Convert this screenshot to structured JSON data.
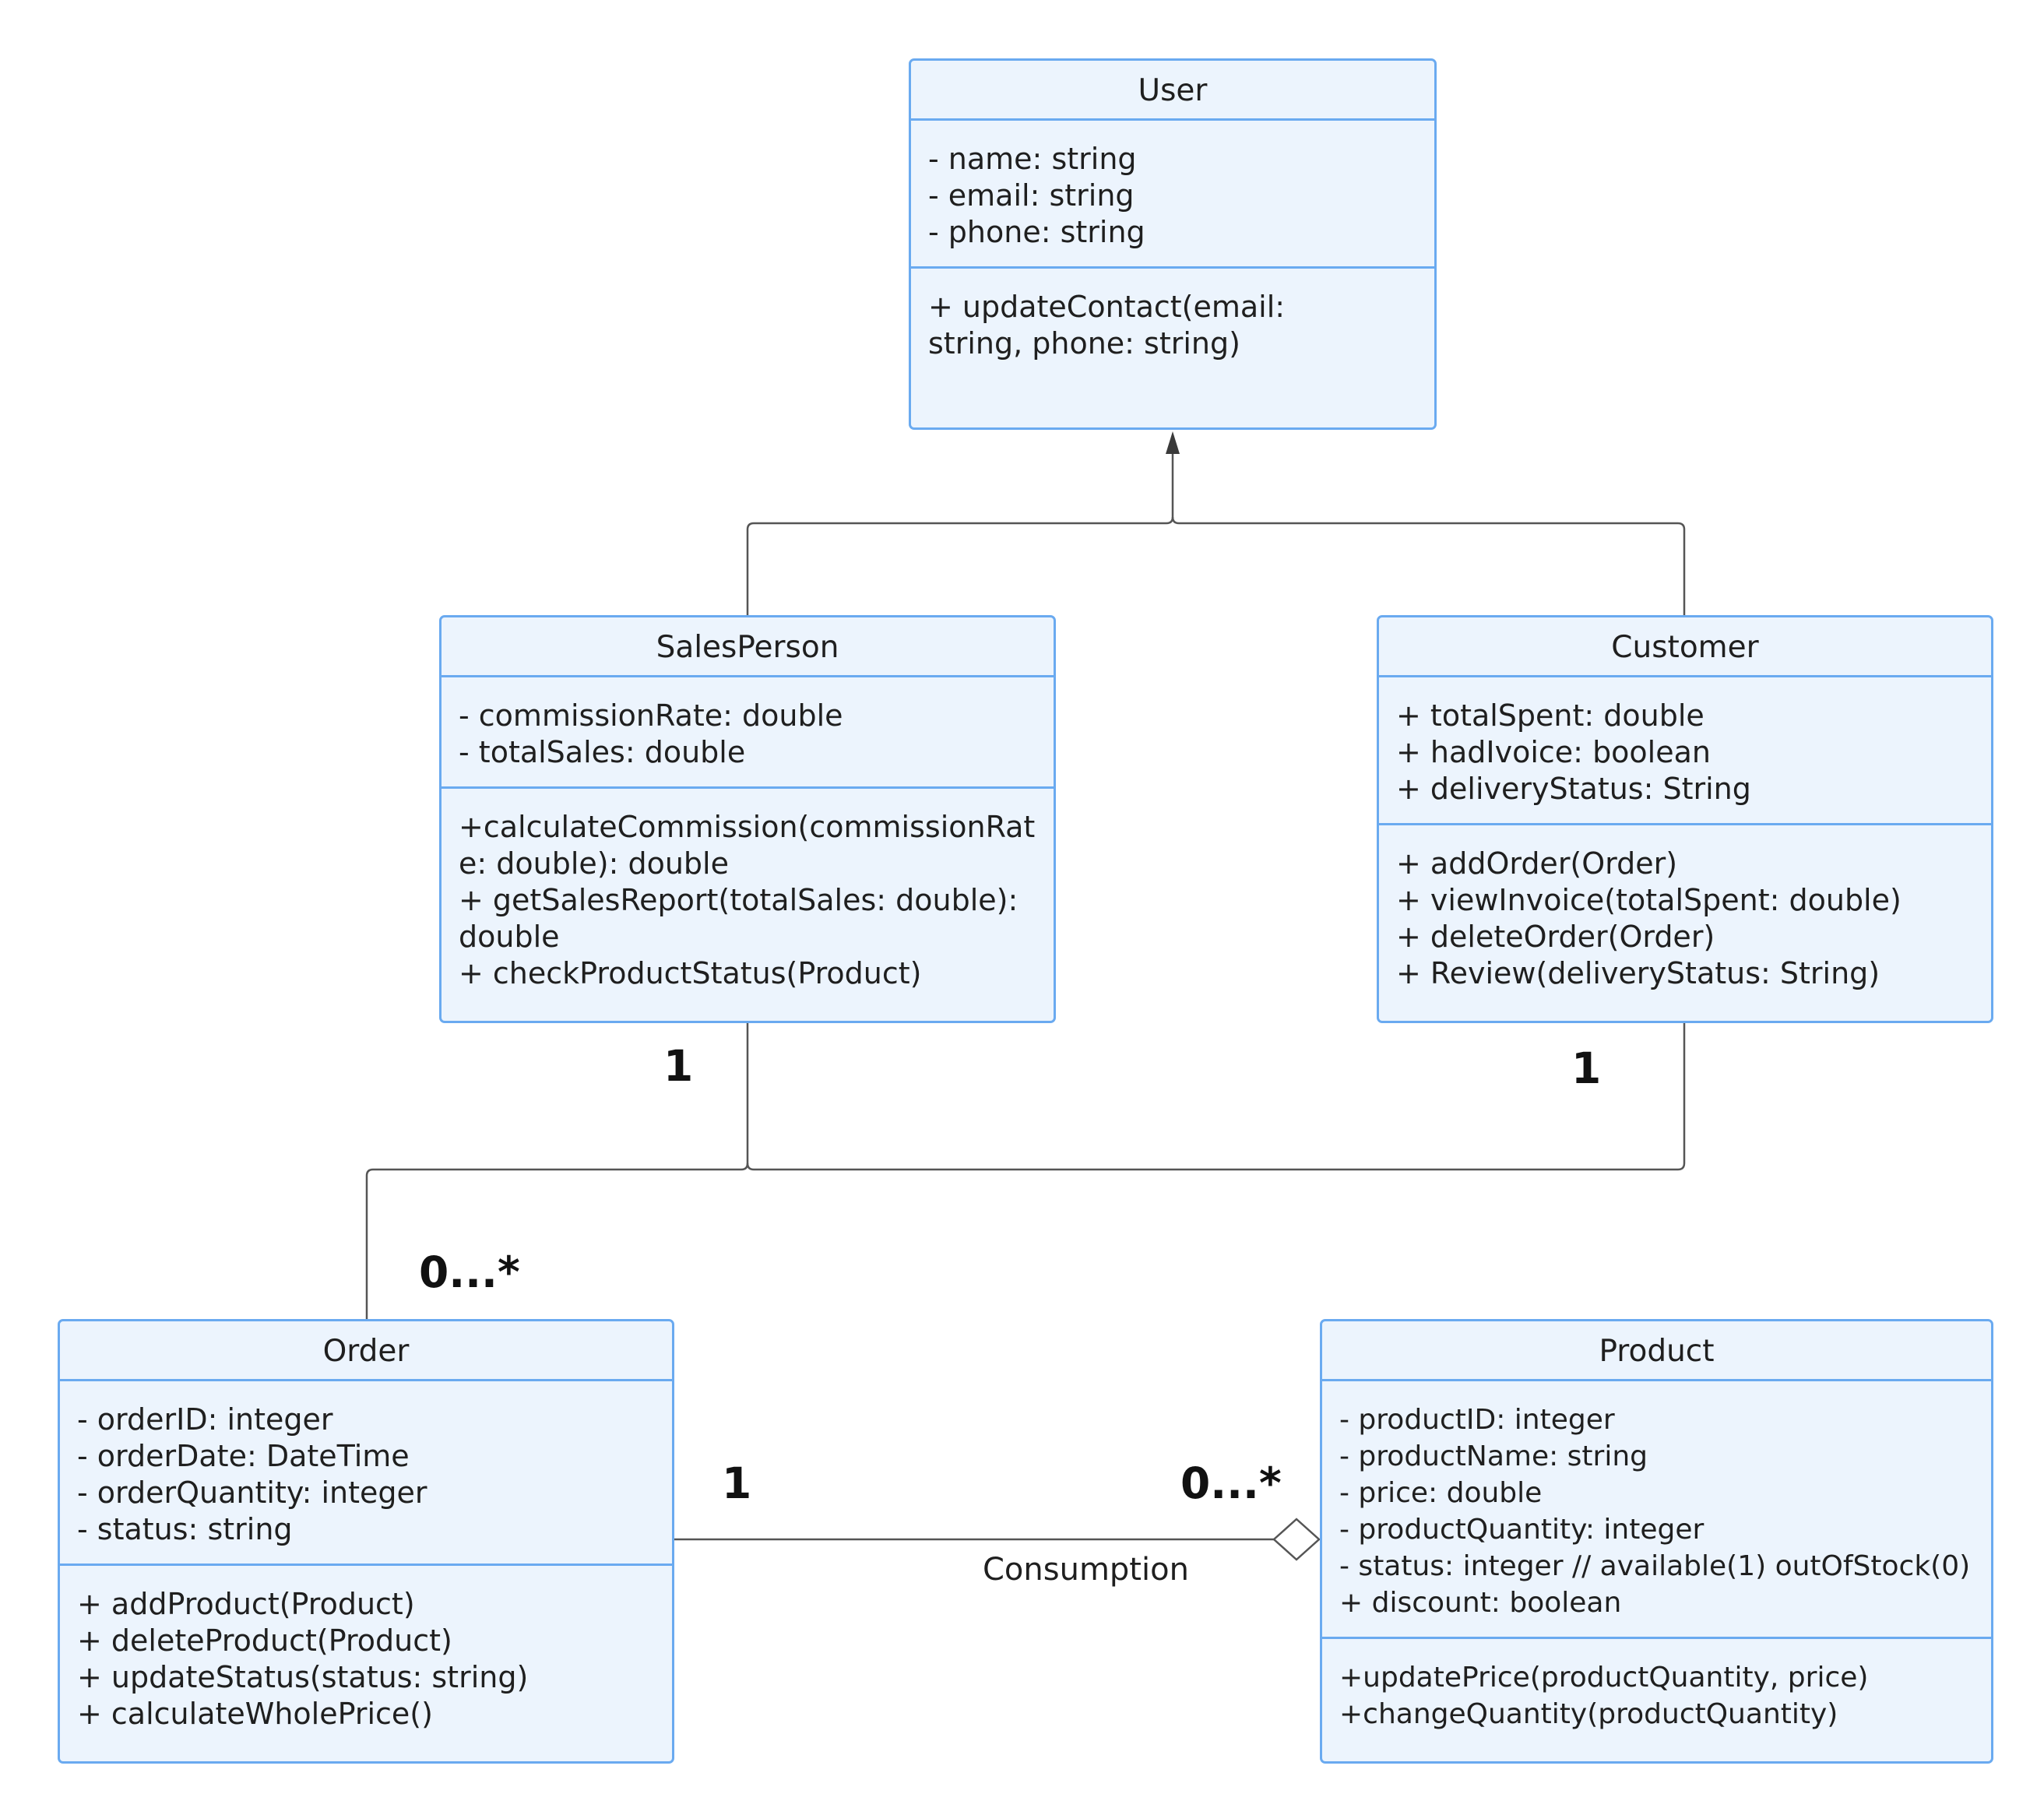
{
  "classes": {
    "user": {
      "name": "User",
      "attributes": [
        "- name: string",
        "- email: string",
        "- phone: string"
      ],
      "methods": [
        "+ updateContact(email: string, phone: string)"
      ]
    },
    "salesperson": {
      "name": "SalesPerson",
      "attributes": [
        "- commissionRate: double",
        "- totalSales: double"
      ],
      "methods": [
        "+calculateCommission(commissionRate: double): double",
        "+ getSalesReport(totalSales: double): double",
        "+ checkProductStatus(Product)"
      ]
    },
    "customer": {
      "name": "Customer",
      "attributes": [
        "+ totalSpent: double",
        "+ hadIvoice: boolean",
        "+ deliveryStatus: String"
      ],
      "methods": [
        "+ addOrder(Order)",
        "+ viewInvoice(totalSpent: double)",
        "+ deleteOrder(Order)",
        "+ Review(deliveryStatus: String)"
      ]
    },
    "order": {
      "name": "Order",
      "attributes": [
        "- orderID: integer",
        "- orderDate: DateTime",
        "- orderQuantity: integer",
        "- status: string"
      ],
      "methods": [
        "+ addProduct(Product)",
        "+ deleteProduct(Product)",
        "+ updateStatus(status: string)",
        "+ calculateWholePrice()"
      ]
    },
    "product": {
      "name": "Product",
      "attributes": [
        "- productID: integer",
        "- productName: string",
        "- price: double",
        "- productQuantity: integer",
        "- status: integer // available(1) outOfStock(0)",
        "+ discount: boolean"
      ],
      "methods": [
        "+updatePrice(productQuantity, price)",
        "+changeQuantity(productQuantity)"
      ]
    }
  },
  "relations": {
    "salesperson_order": {
      "multiplicity_source": "1",
      "multiplicity_target": "0...*"
    },
    "customer_order": {
      "multiplicity_source": "1"
    },
    "order_product": {
      "label": "Consumption",
      "multiplicity_order": "1",
      "multiplicity_product": "0...*"
    }
  },
  "colors": {
    "box_fill": "#ecf4fd",
    "box_border": "#6aaaf0",
    "line": "#555555"
  }
}
